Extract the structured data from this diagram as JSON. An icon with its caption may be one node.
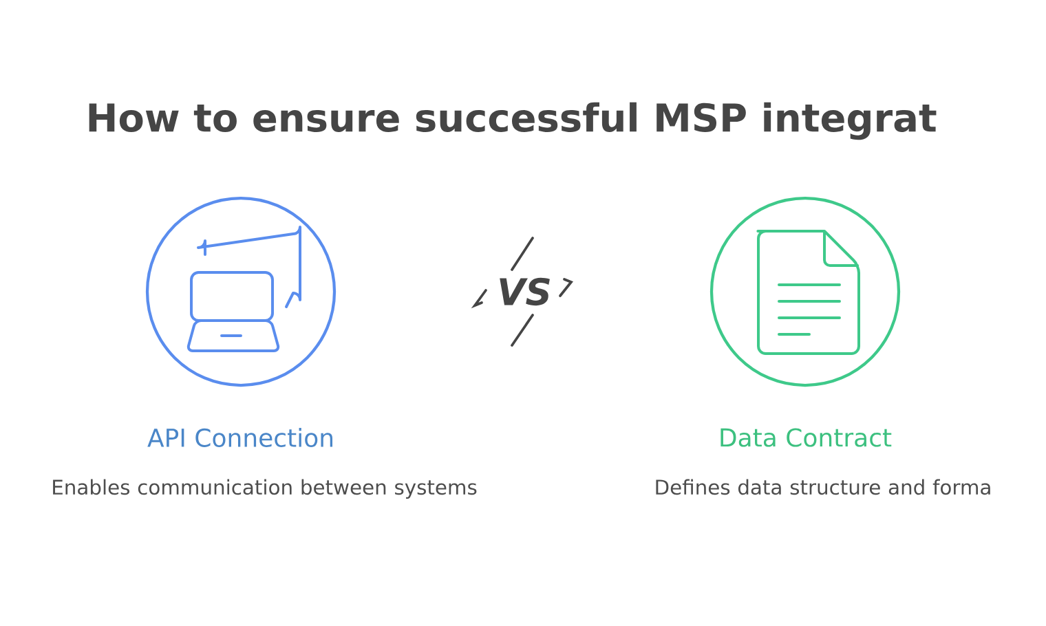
{
  "diagram": {
    "title": "How to ensure successful MSP integrat",
    "nodes": [
      {
        "text": [
          "API Connection",
          "Enables communication between systems"
        ]
      },
      {
        "text": [
          "Data Contract",
          "Defines data structure and forma"
        ]
      }
    ],
    "labels": [
      "VS"
    ]
  }
}
